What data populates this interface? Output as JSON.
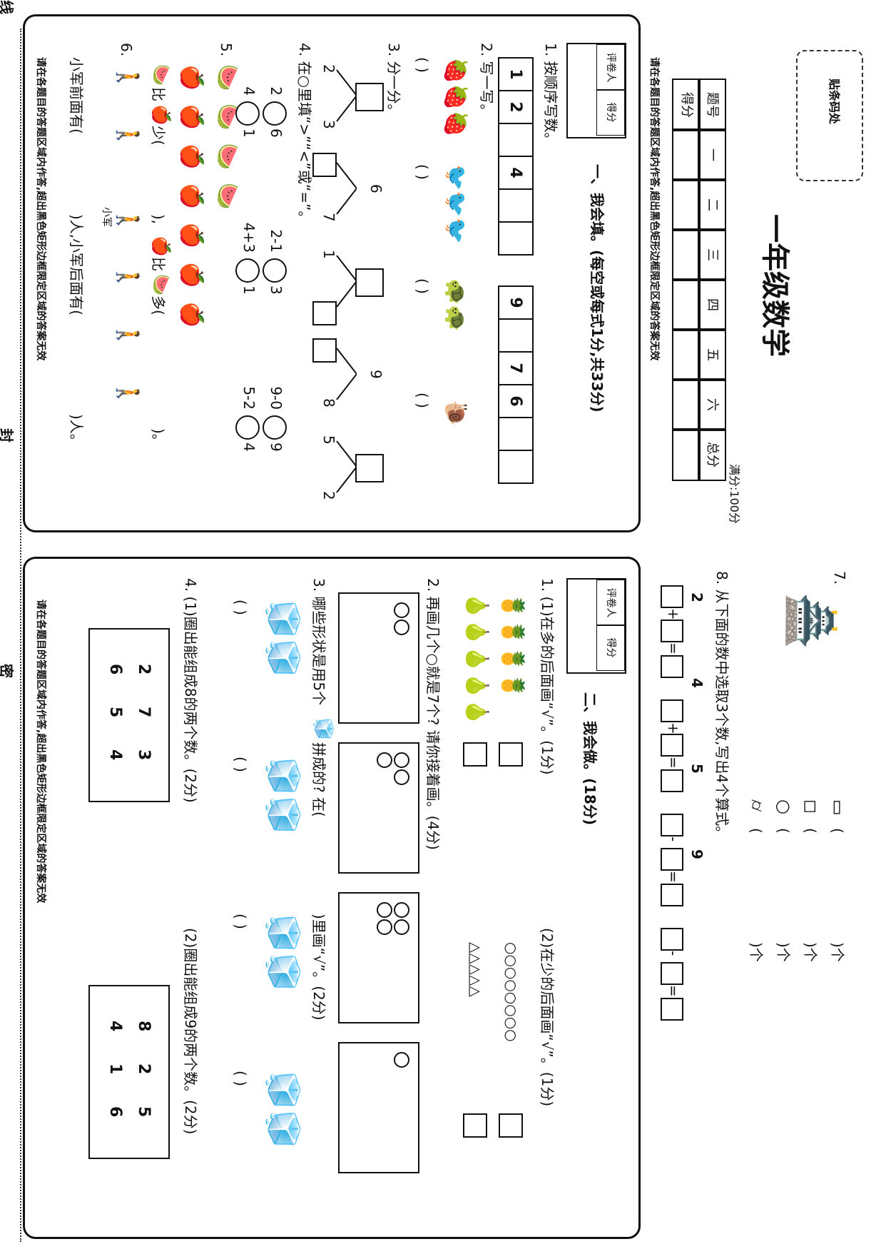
{
  "seal_labels": [
    "线",
    "封",
    "密"
  ],
  "header": {
    "sticker_label": "贴条码处",
    "title": "一年级数学",
    "full_score": "满分:100分"
  },
  "score_table": {
    "row_labels": [
      "题号",
      "得分"
    ],
    "columns": [
      "一",
      "二",
      "三",
      "四",
      "五",
      "六",
      "总分"
    ]
  },
  "notice": "请在各题目的答题区域内作答,超出黑色矩形边框限定区域的答案无效",
  "grader_box": {
    "reviewer": "评卷人",
    "score": "得分"
  },
  "section1": {
    "heading": "一、我会填。(每空或每式1分,共33分)",
    "q1": {
      "label": "1. 按顺序写数。",
      "row1": [
        "1",
        "2",
        "",
        "4",
        "",
        ""
      ],
      "row2": [
        "9",
        "",
        "7",
        "6",
        "",
        ""
      ]
    },
    "q2": {
      "label": "2. 写一写。",
      "blank": "(          )",
      "items": [
        "strawberry",
        "bird",
        "tortoise",
        "snail"
      ]
    },
    "q3": {
      "label": "3. 分一分。",
      "trees": [
        {
          "top": "",
          "left": "2",
          "right": "3"
        },
        {
          "top": "6",
          "left": "",
          "right": "7"
        },
        {
          "top": "",
          "left": "1",
          "right": ""
        },
        {
          "top": "9",
          "left": "",
          "right": "8"
        },
        {
          "top": "",
          "left": "5",
          "right": "2"
        }
      ]
    },
    "q4": {
      "label": "4. 在○里填“>”“<”或“=”。",
      "items": [
        [
          "2",
          "6"
        ],
        [
          "4",
          "1"
        ],
        [
          "2-1",
          "3"
        ],
        [
          "4+3",
          "1"
        ],
        [
          "9-0",
          "9"
        ],
        [
          "5-2",
          "4"
        ]
      ]
    },
    "q5": {
      "label": "5.",
      "text_a": "比",
      "text_b": "少(",
      "text_c": "),",
      "text_d": "比",
      "text_e": "多(",
      "text_f": ")。"
    },
    "q6": {
      "label": "6.",
      "name": "小军",
      "sentence_a": "小军前面有(",
      "sentence_b": ")人,小军后面有(",
      "sentence_c": ")人。"
    }
  },
  "section1_cont": {
    "q7": {
      "label": "7.",
      "shapes": [
        "cuboid-icon",
        "cube-icon",
        "sphere-icon",
        "cylinder-icon"
      ],
      "suffix": ")个",
      "open": "("
    },
    "q8": {
      "label": "8. 从下面的数中选取3个数,写出4个算式。",
      "numbers": [
        "2",
        "4",
        "5",
        "9"
      ],
      "ops": [
        "+",
        "=",
        "+",
        "=",
        "-",
        "=",
        "-",
        "="
      ]
    }
  },
  "section2": {
    "heading": "二、我会做。(18分)",
    "q1": {
      "label_a": "1. (1)在多的后面画“√”。(1分)",
      "label_b": "(2)在少的后面画“√”。(1分)",
      "circles": "○○○○○○○○",
      "triangles": "△△△△△"
    },
    "q2": {
      "label": "2. 再画几个○就是7个? 请你接着画。(4分)",
      "circle_counts": [
        2,
        3,
        4,
        1
      ]
    },
    "q3": {
      "label_a": "3. 哪些形状是用5个",
      "label_b": "拼成的? 在(",
      "label_c": ")里画“√”。(2分)",
      "blank": "(    )"
    },
    "q4": {
      "label_a": "4. (1)圈出能组成8的两个数。(2分)",
      "label_b": "(2)圈出能组成9的两个数。(2分)",
      "set_a": [
        [
          "2",
          "7",
          "3"
        ],
        [
          "6",
          "5",
          "4"
        ]
      ],
      "set_b": [
        [
          "8",
          "2",
          "5"
        ],
        [
          "4",
          "1",
          "6"
        ]
      ]
    }
  }
}
